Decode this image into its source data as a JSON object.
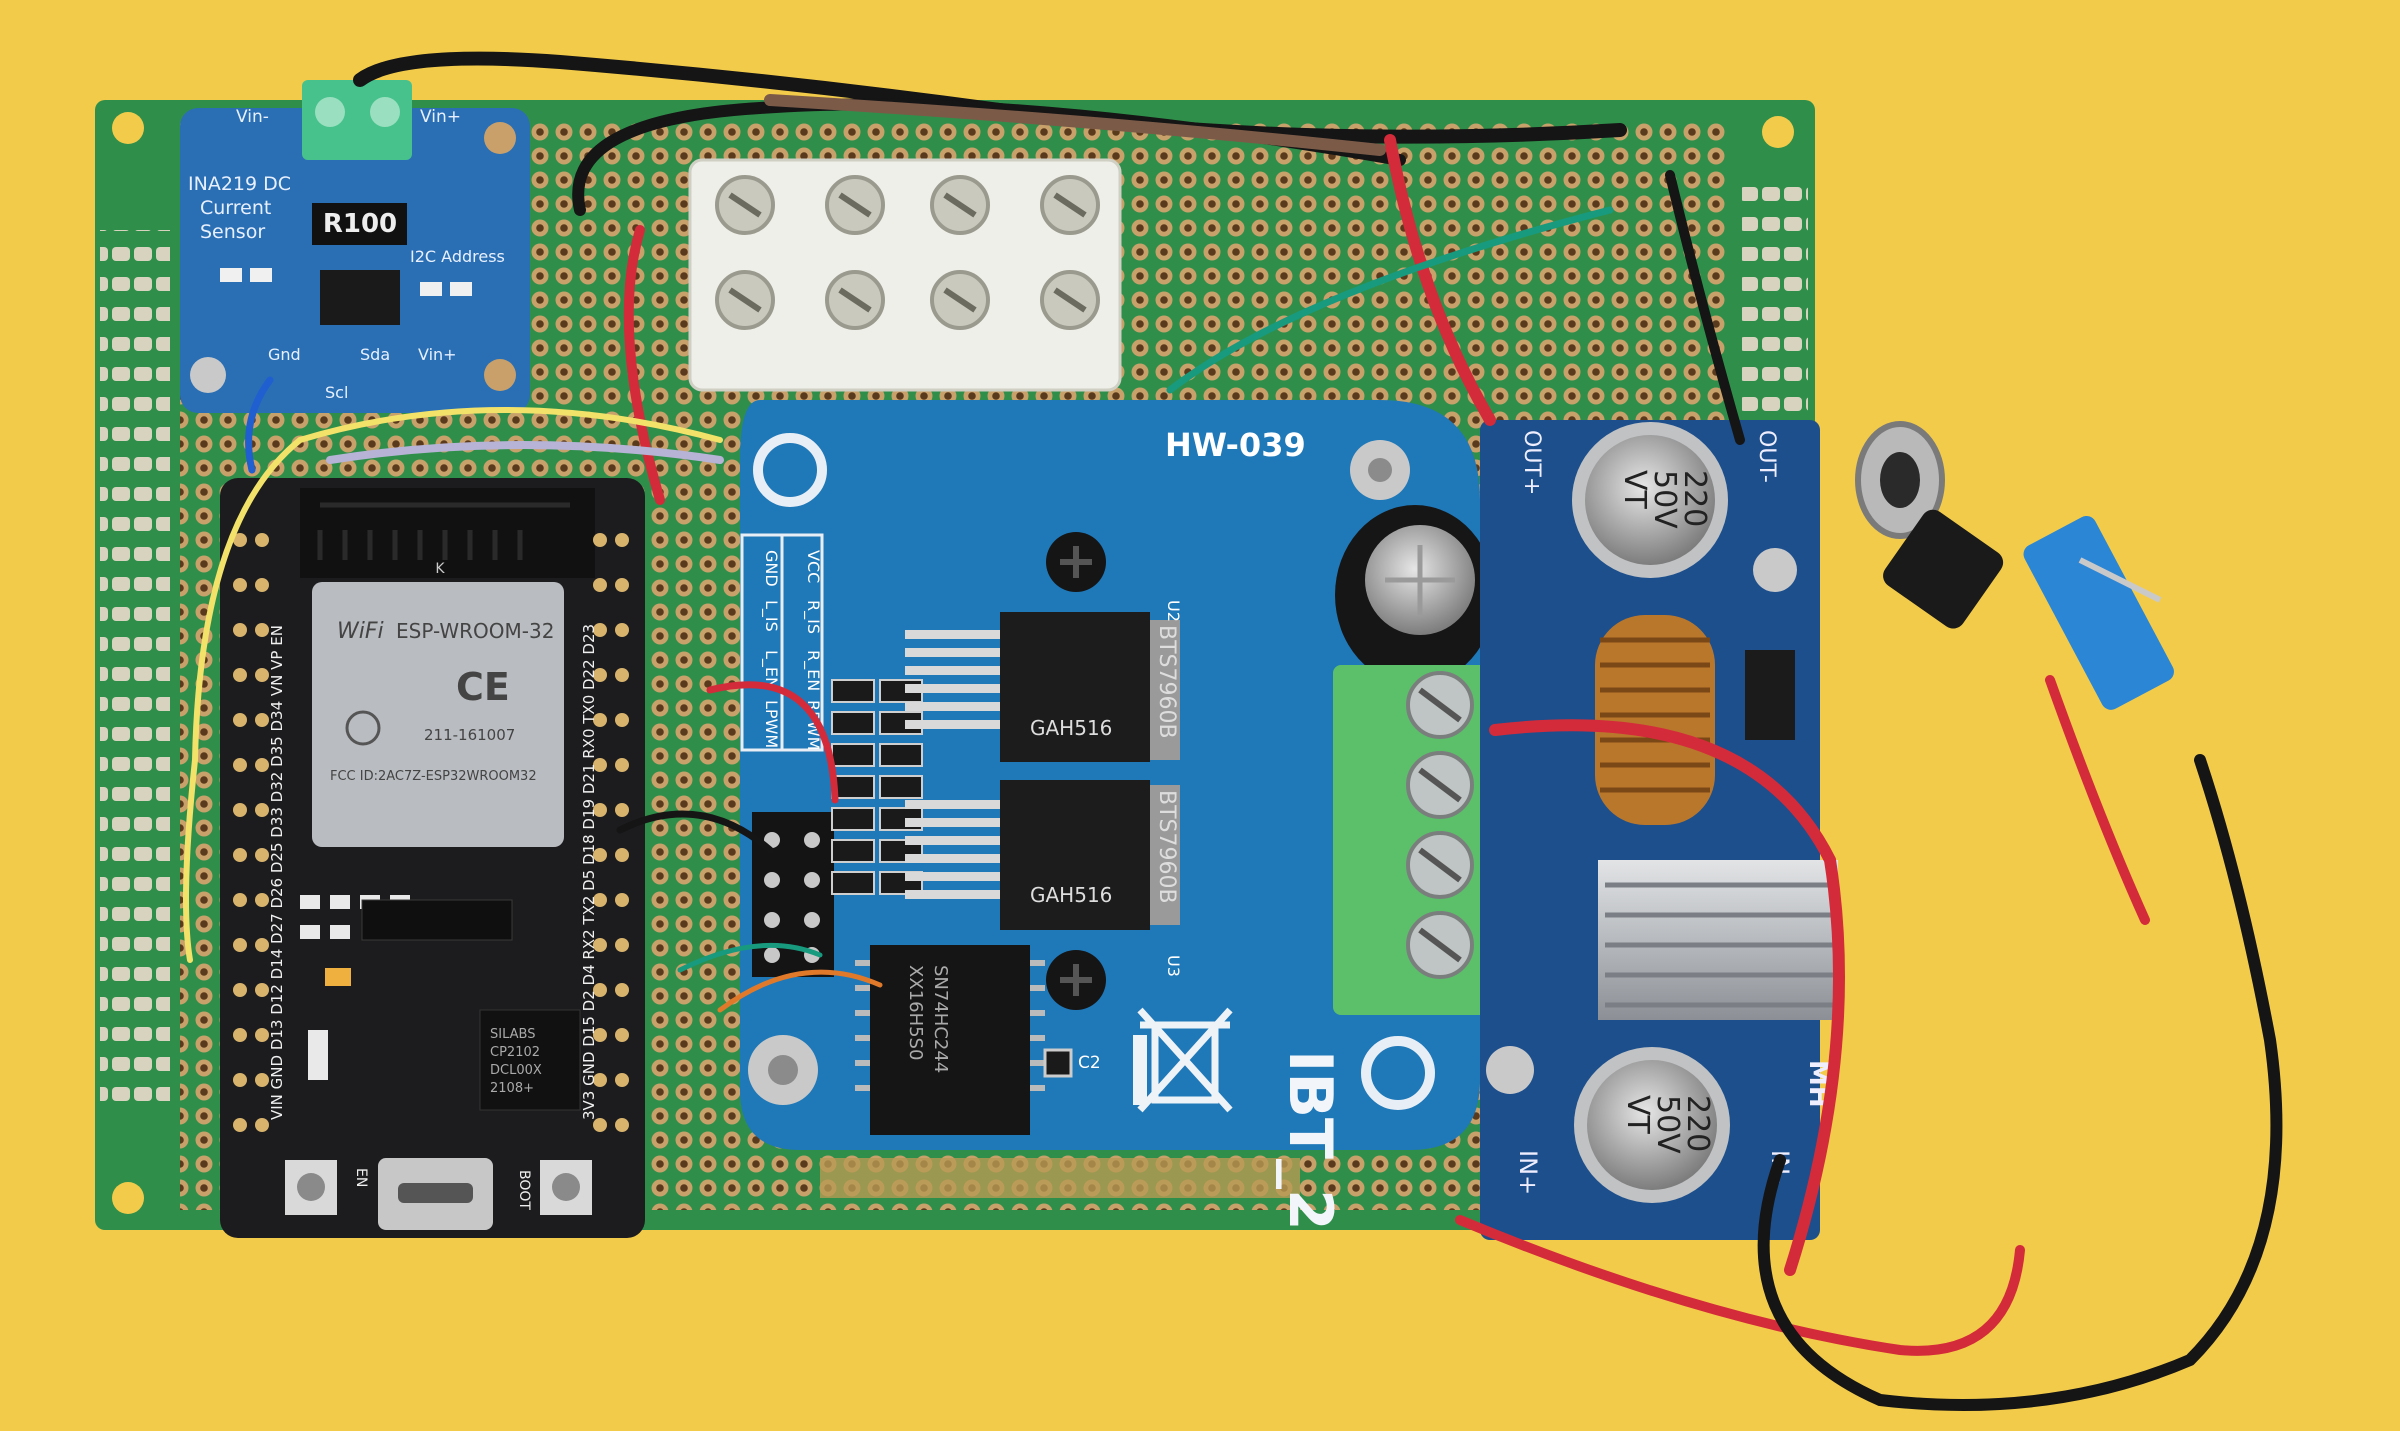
{
  "colors": {
    "background": "#f3cb4a",
    "perfboard": "#2f8f4a",
    "copper_pad": "#c8a06a",
    "ibt2_board": "#1f78b8",
    "esp32_board": "#1c1c1f",
    "esp32_module": "#b9bcc0",
    "ina219_board": "#2a6fb4",
    "buck_board": "#1d4f8c",
    "terminal_green": "#5cc06a",
    "terminal_white": "#efefe9",
    "wire_red": "#d42b3a",
    "wire_black": "#151515",
    "wire_blue": "#1f5fd0",
    "wire_yellow": "#f2e26a"
  },
  "ina219": {
    "title_line1": "INA219 DC",
    "title_line2": "Current",
    "title_line3": "Sensor",
    "resistor_label": "R100",
    "i2c_label": "I2C Address",
    "vin_minus": "Vin-",
    "vin_plus": "Vin+",
    "pin_gnd": "Gnd",
    "pin_sda": "Sda",
    "pin_vin": "Vin+",
    "pin_scl": "Scl"
  },
  "ibt2": {
    "model": "HW-039",
    "name": "IBT_2",
    "header_col1": [
      "VCC",
      "R_IS",
      "R_EN",
      "RPWM"
    ],
    "header_col2": [
      "GND",
      "L_IS",
      "L_EN",
      "LPWM"
    ],
    "chip_top": "BTS7960B",
    "chip_bottom": "BTS7960B",
    "chip_code": "GAH516",
    "label_u2": "U2",
    "label_u3": "U3",
    "label_c2": "C2",
    "logic_chip_line1": "SN74HC244",
    "logic_chip_line2": "XX16H5S0"
  },
  "esp32": {
    "module_name": "ESP-WROOM-32",
    "wifi_label": "WiFi",
    "ce_mark": "CE",
    "cert_code": "211-161007",
    "fcc_id": "FCC ID:2AC7Z-ESP32WROOM32",
    "usb_chip_line1": "SILABS",
    "usb_chip_line2": "CP2102",
    "usb_chip_line3": "DCL00X",
    "usb_chip_line4": "2108+",
    "btn_en": "EN",
    "btn_boot": "BOOT",
    "pins_left": "VIN GND D13 D12 D14 D27 D26 D25 D33 D32 D35 D34 VN VP EN",
    "pins_right": "3V3 GND D15 D2 D4 RX2 TX2 D5 D18 D19 D21 RX0 TX0 D22 D23",
    "antenna_mark": "K"
  },
  "buck": {
    "cap_top_line1": "220",
    "cap_top_line2": "50V",
    "cap_top_line3": "VT",
    "cap_bottom_line1": "220",
    "cap_bottom_line2": "50V",
    "cap_bottom_line3": "VT",
    "label_in_plus": "IN+",
    "label_in_minus": "IN-",
    "label_out_plus": "OUT+",
    "label_out_minus": "OUT-",
    "label_mh": "MH"
  }
}
